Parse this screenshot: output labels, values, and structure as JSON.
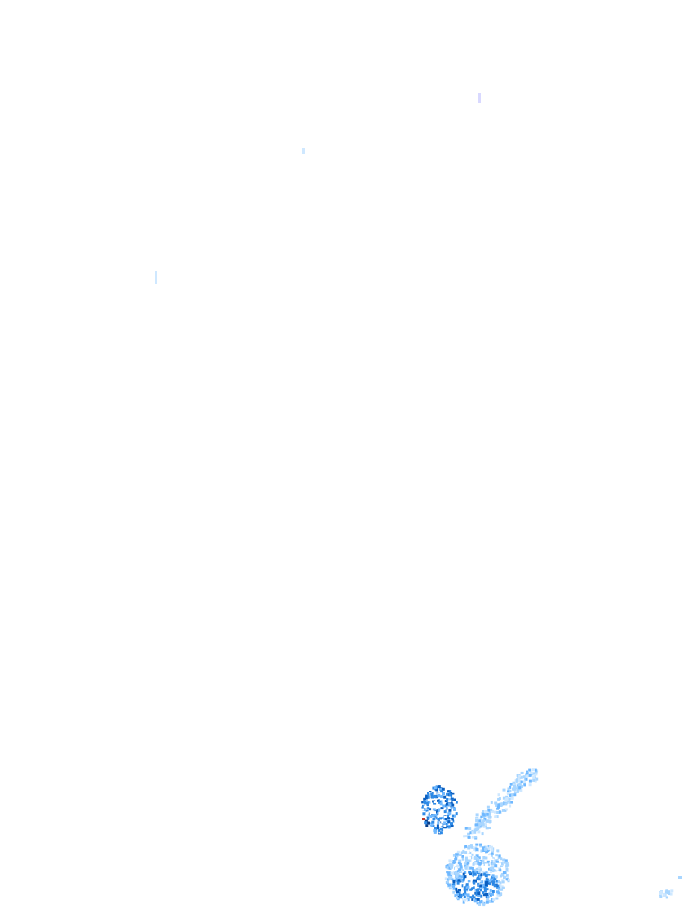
{
  "map": {
    "layer": "radar-precipitation",
    "palette": {
      "background": "#ffffff",
      "very_light": "#cfe8ff",
      "light": "#a9d6ff",
      "medium": "#6fb8ff",
      "strong": "#2e8ae6",
      "very_strong": "#0b5fc0",
      "dark": "#0a3f8a",
      "accent_red": "#c0392b",
      "faint_violet": "#d9d9ff"
    },
    "echoes": [
      {
        "name": "isolated-echo-north",
        "intensity": "faint"
      },
      {
        "name": "isolated-echo-center",
        "intensity": "very-light"
      },
      {
        "name": "isolated-echo-west",
        "intensity": "very-light"
      },
      {
        "name": "storm-cell-west",
        "intensity": "strong"
      },
      {
        "name": "rain-band-northeast",
        "intensity": "light"
      },
      {
        "name": "storm-cluster-south",
        "intensity": "strong"
      },
      {
        "name": "echo-southeast-edge",
        "intensity": "light"
      }
    ]
  }
}
